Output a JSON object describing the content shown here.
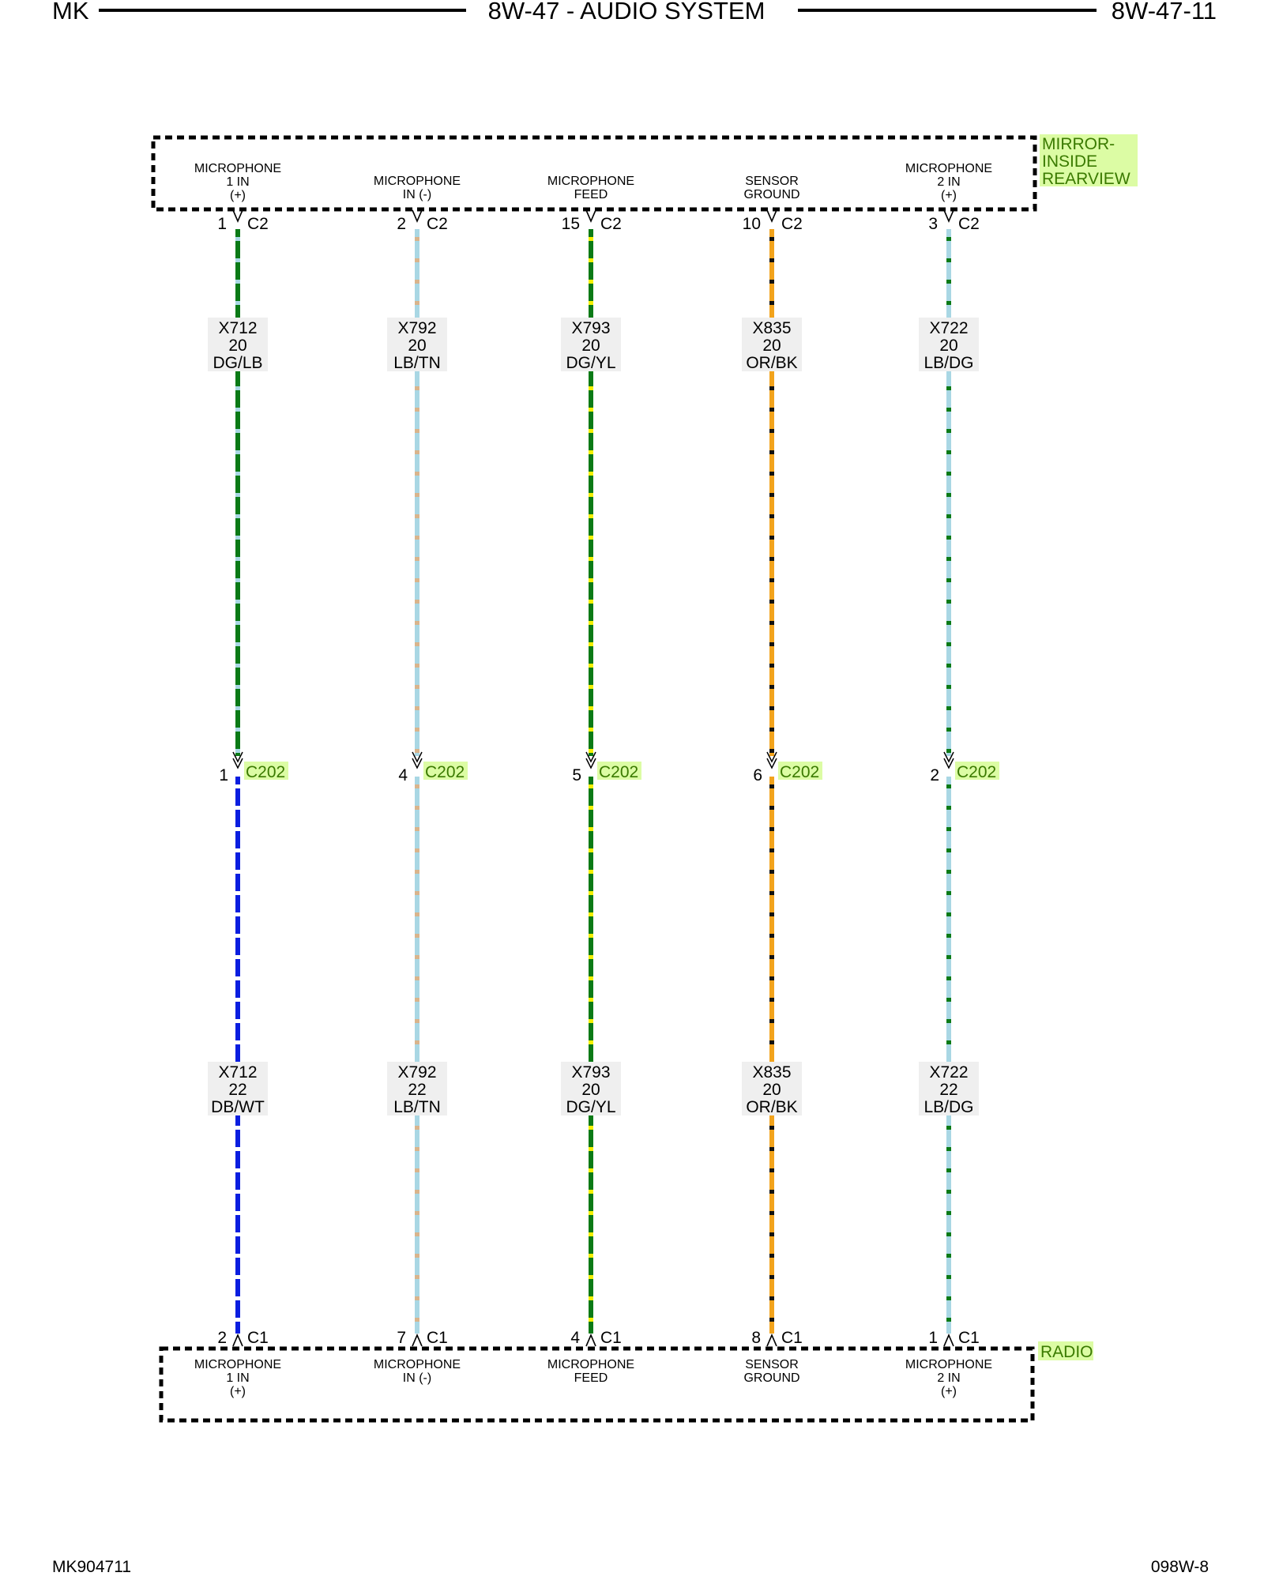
{
  "header": {
    "left": "MK",
    "center": "8W-47 - AUDIO SYSTEM",
    "right": "8W-47-11"
  },
  "footer": {
    "left": "MK904711",
    "right": "098W-8"
  },
  "components": {
    "mirror": {
      "lines": [
        "MIRROR-",
        "INSIDE",
        "REARVIEW"
      ],
      "highlight": "#dcfca4",
      "text_color": "#3a7a00"
    },
    "radio": {
      "lines": [
        "RADIO"
      ],
      "highlight": "#dcfca4",
      "text_color": "#3a7a00"
    }
  },
  "inline_connector": {
    "name": "C202",
    "highlight": "#dcfca4",
    "text_color": "#3a7a00"
  },
  "circuits": [
    {
      "mirror_label": [
        "MICROPHONE",
        "1 IN",
        "(+)"
      ],
      "mirror_pin": "1",
      "mirror_conn": "C2",
      "upper": {
        "circuit": "X712",
        "gauge": "20",
        "color_code": "DG/LB",
        "base": "#0b7a16",
        "stripe": "#a9d7e4"
      },
      "c202_pin": "1",
      "lower": {
        "circuit": "X712",
        "gauge": "22",
        "color_code": "DB/WT",
        "base": "#0a1ee0",
        "stripe": "#ffffff"
      },
      "radio_pin": "2",
      "radio_conn": "C1",
      "radio_label": [
        "MICROPHONE",
        "1 IN",
        "(+)"
      ]
    },
    {
      "mirror_label": [
        "MICROPHONE",
        "IN (-)"
      ],
      "mirror_pin": "2",
      "mirror_conn": "C2",
      "upper": {
        "circuit": "X792",
        "gauge": "20",
        "color_code": "LB/TN",
        "base": "#a9d7e4",
        "stripe": "#d9b48c"
      },
      "c202_pin": "4",
      "lower": {
        "circuit": "X792",
        "gauge": "22",
        "color_code": "LB/TN",
        "base": "#a9d7e4",
        "stripe": "#d9b48c"
      },
      "radio_pin": "7",
      "radio_conn": "C1",
      "radio_label": [
        "MICROPHONE",
        "IN (-)"
      ]
    },
    {
      "mirror_label": [
        "MICROPHONE",
        "FEED"
      ],
      "mirror_pin": "15",
      "mirror_conn": "C2",
      "upper": {
        "circuit": "X793",
        "gauge": "20",
        "color_code": "DG/YL",
        "base": "#0b7a16",
        "stripe": "#f4f000"
      },
      "c202_pin": "5",
      "lower": {
        "circuit": "X793",
        "gauge": "20",
        "color_code": "DG/YL",
        "base": "#0b7a16",
        "stripe": "#f4f000"
      },
      "radio_pin": "4",
      "radio_conn": "C1",
      "radio_label": [
        "MICROPHONE",
        "FEED"
      ]
    },
    {
      "mirror_label": [
        "SENSOR",
        "GROUND"
      ],
      "mirror_pin": "10",
      "mirror_conn": "C2",
      "upper": {
        "circuit": "X835",
        "gauge": "20",
        "color_code": "OR/BK",
        "base": "#f2a31c",
        "stripe": "#111111"
      },
      "c202_pin": "6",
      "lower": {
        "circuit": "X835",
        "gauge": "20",
        "color_code": "OR/BK",
        "base": "#f2a31c",
        "stripe": "#111111"
      },
      "radio_pin": "8",
      "radio_conn": "C1",
      "radio_label": [
        "SENSOR",
        "GROUND"
      ]
    },
    {
      "mirror_label": [
        "MICROPHONE",
        "2 IN",
        "(+)"
      ],
      "mirror_pin": "3",
      "mirror_conn": "C2",
      "upper": {
        "circuit": "X722",
        "gauge": "20",
        "color_code": "LB/DG",
        "base": "#a9d7e4",
        "stripe": "#0b7a16"
      },
      "c202_pin": "2",
      "lower": {
        "circuit": "X722",
        "gauge": "22",
        "color_code": "LB/DG",
        "base": "#a9d7e4",
        "stripe": "#0b7a16"
      },
      "radio_pin": "1",
      "radio_conn": "C1",
      "radio_label": [
        "MICROPHONE",
        "2 IN",
        "(+)"
      ]
    }
  ]
}
